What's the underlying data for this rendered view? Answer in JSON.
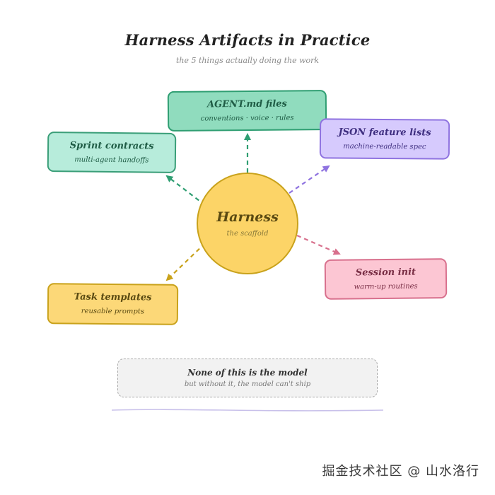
{
  "header": {
    "title": "Harness Artifacts in Practice",
    "subtitle": "the 5 things actually doing the work"
  },
  "hub": {
    "label": "Harness",
    "sub": "the scaffold"
  },
  "nodes": [
    {
      "id": "agent-md-files",
      "label": "AGENT.md files",
      "sub": "conventions · voice · rules",
      "fill": "#90dcbe",
      "stroke": "#2f9e72",
      "text": "#1f5c45"
    },
    {
      "id": "sprint-contracts",
      "label": "Sprint contracts",
      "sub": "multi-agent handoffs",
      "fill": "#b7ecdb",
      "stroke": "#3a9e78",
      "text": "#1f5c45"
    },
    {
      "id": "json-feature-lists",
      "label": "JSON feature lists",
      "sub": "machine-readable spec",
      "fill": "#d6cafd",
      "stroke": "#8f73e0",
      "text": "#3f2f80"
    },
    {
      "id": "session-init",
      "label": "Session init",
      "sub": "warm-up routines",
      "fill": "#fcc6d3",
      "stroke": "#d8708d",
      "text": "#7a2f46"
    },
    {
      "id": "task-templates",
      "label": "Task templates",
      "sub": "reusable prompts",
      "fill": "#fcd878",
      "stroke": "#c9a21b",
      "text": "#5a4a12"
    }
  ],
  "note": {
    "label": "None of this is the model",
    "sub": "but without it, the model can't ship"
  },
  "watermark": "掘金技术社区 @ 山水洛行",
  "colors": {
    "hub_fill": "#fcd467",
    "hub_stroke": "#c9a21b",
    "divider": "#c8c0ea"
  }
}
